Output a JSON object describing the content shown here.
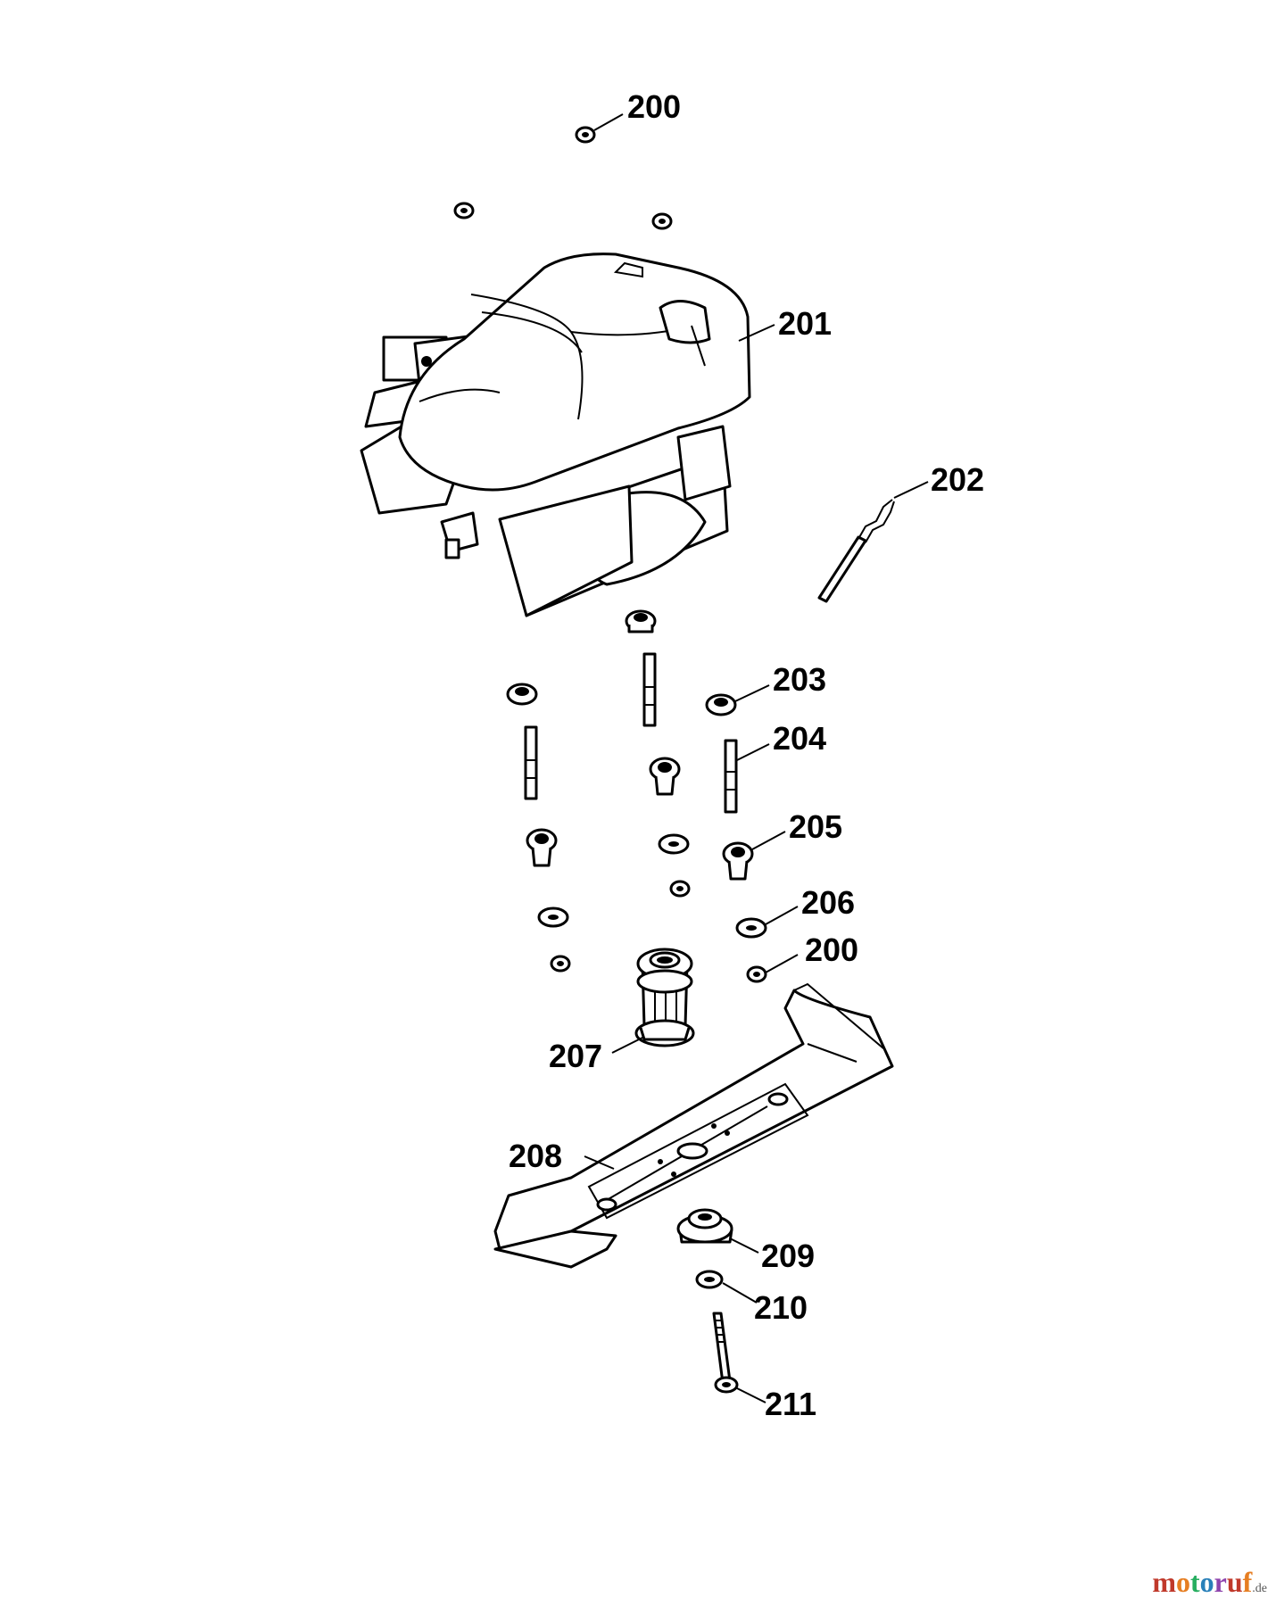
{
  "parts": [
    {
      "id": "label-200-top",
      "text": "200"
    },
    {
      "id": "label-201",
      "text": "201"
    },
    {
      "id": "label-202",
      "text": "202"
    },
    {
      "id": "label-203",
      "text": "203"
    },
    {
      "id": "label-204",
      "text": "204"
    },
    {
      "id": "label-205",
      "text": "205"
    },
    {
      "id": "label-206",
      "text": "206"
    },
    {
      "id": "label-200-bottom",
      "text": "200"
    },
    {
      "id": "label-207",
      "text": "207"
    },
    {
      "id": "label-208",
      "text": "208"
    },
    {
      "id": "label-209",
      "text": "209"
    },
    {
      "id": "label-210",
      "text": "210"
    },
    {
      "id": "label-211",
      "text": "211"
    }
  ],
  "watermark": {
    "m": "m",
    "o1": "o",
    "t": "t",
    "o2": "o",
    "r": "r",
    "u": "u",
    "f": "f",
    "tld": ".de",
    "colors": {
      "m": "#c0392b",
      "o1": "#e67e22",
      "t": "#27ae60",
      "o2": "#2980b9",
      "r": "#8e44ad",
      "u": "#c0392b",
      "f": "#e67e22",
      "tld": "#555555"
    }
  }
}
